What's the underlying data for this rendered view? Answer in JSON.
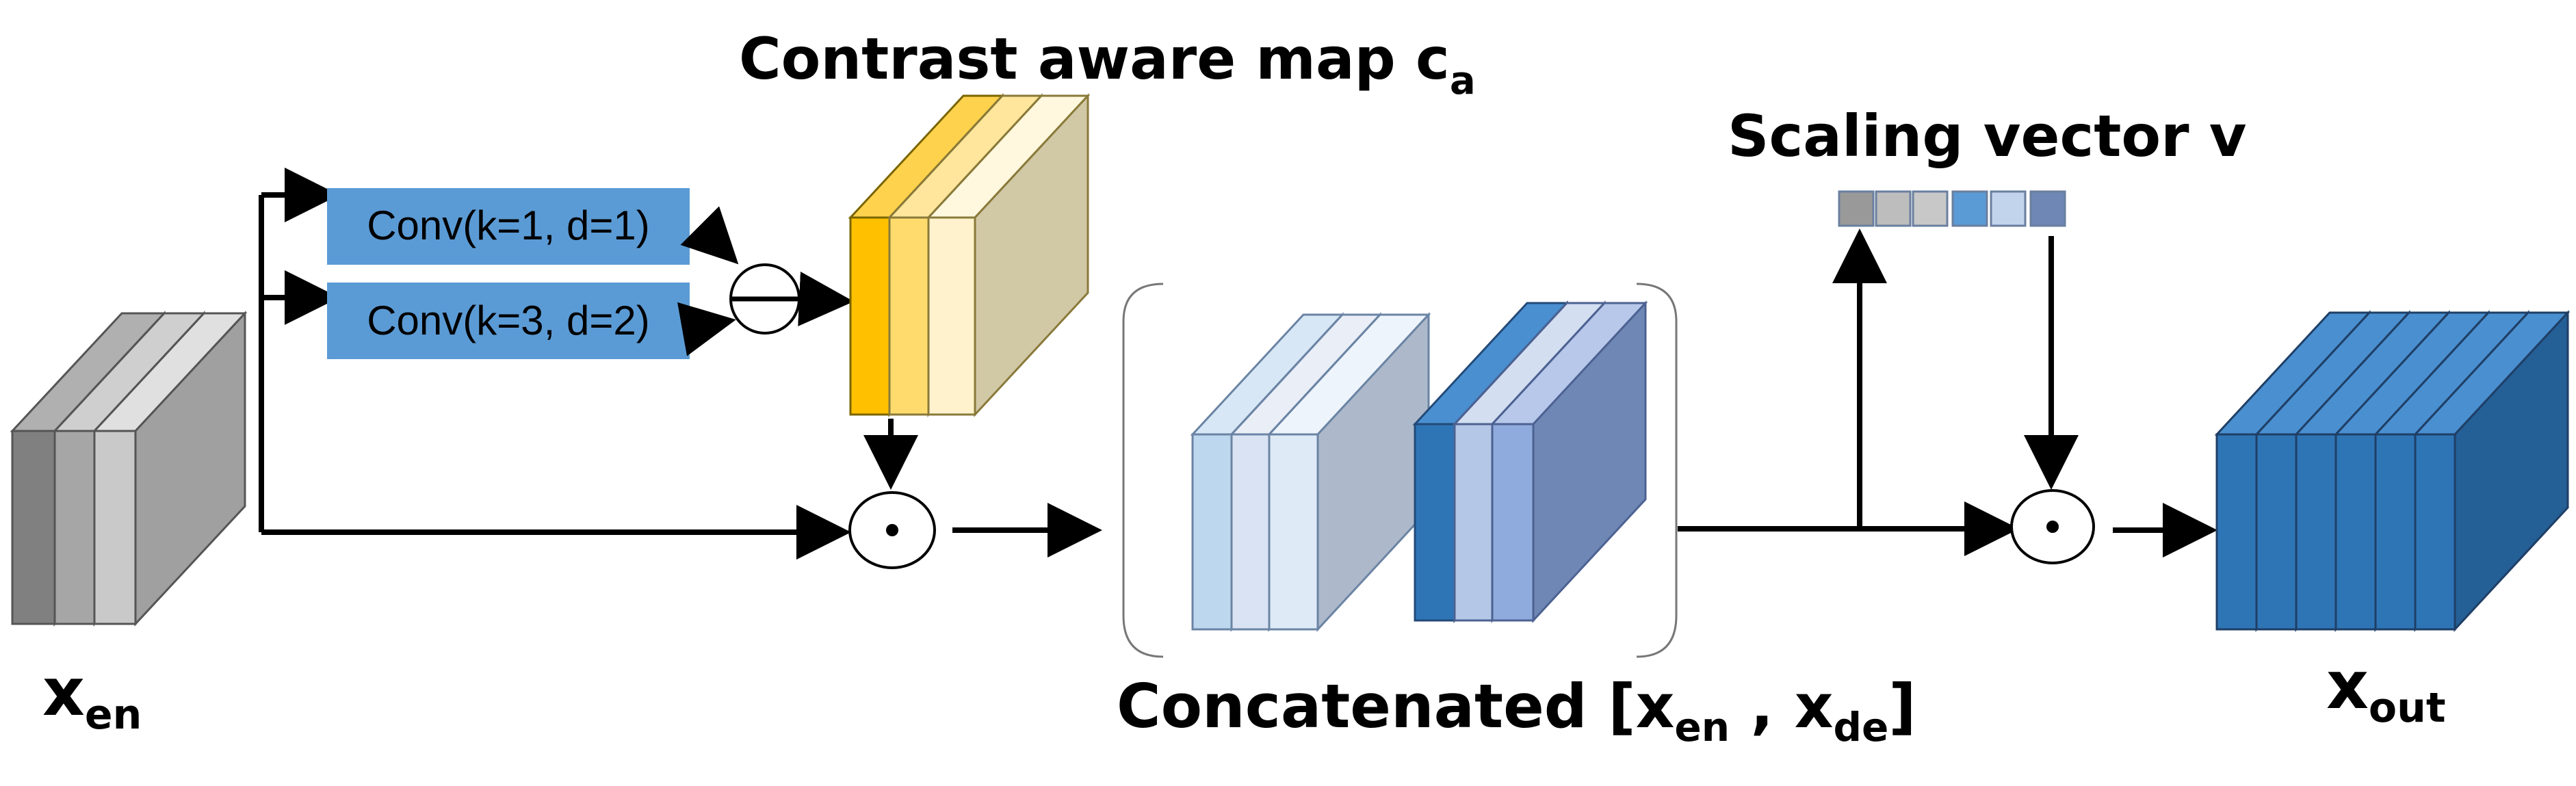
{
  "labels": {
    "contrast_main": "Contrast aware map c",
    "contrast_sub": "a",
    "scaling": "Scaling vector v",
    "xen_main": "x",
    "xen_sub": "en",
    "concat_main": "Concatenated [x",
    "concat_sub1": "en",
    "concat_mid": " , x",
    "concat_sub2": "de",
    "concat_end": "]",
    "xout_main": "x",
    "xout_sub": "out"
  },
  "conv_boxes": [
    {
      "label": "Conv(k=1, d=1)"
    },
    {
      "label": "Conv(k=3, d=2)"
    }
  ],
  "operators": {
    "minus": "minus-operator",
    "multiply": "elementwise-multiply-operator"
  },
  "colors": {
    "conv_fill": "#5b9bd5",
    "grey_dark": "#808080",
    "grey_mid": "#a6a6a6",
    "grey_light": "#c9c9c9",
    "orange": "#ffc000",
    "orange_light": "#ffdb6e",
    "cream": "#fff2cc",
    "tan": "#d1c8a6",
    "light_blue": "#bdd7ee",
    "pale_blue": "#dae3f3",
    "slate": "#adb9ca",
    "blue": "#2e75b6",
    "periwinkle": "#8faadc",
    "steel": "#6f87b5"
  }
}
